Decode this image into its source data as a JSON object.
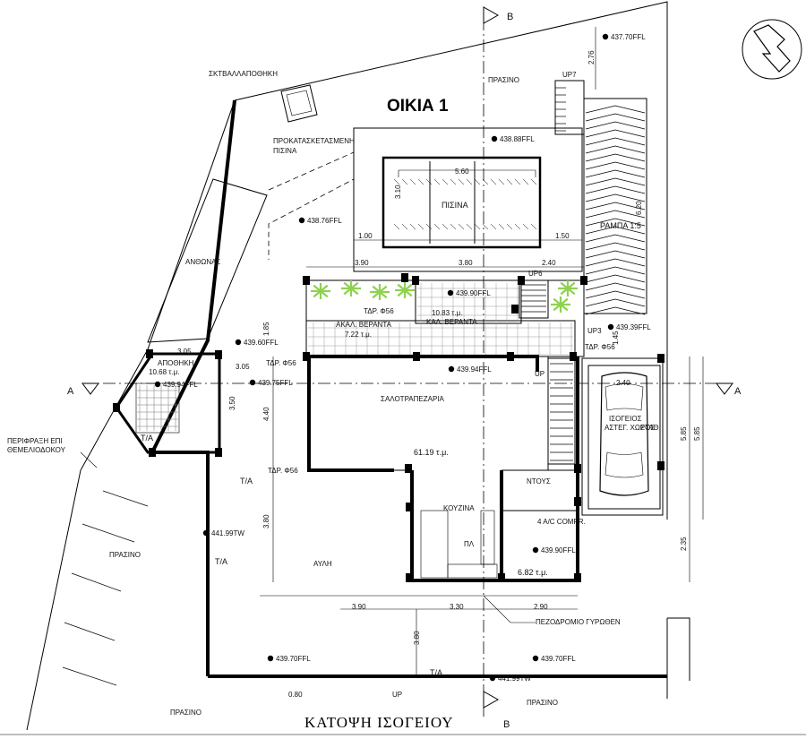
{
  "title": "ΟΙΚΙΑ 1",
  "subtitle": "ΚΑΤΟΨΗ ΙΣΟΓΕΙΟΥ",
  "section_markers": {
    "a_left": "A",
    "a_right": "A",
    "b_top": "B",
    "b_bottom": "B"
  },
  "rooms": {
    "storage_shed": "ΣΚΤΒΑΛΛΑΠΟΘΗΚΗ",
    "prefab_pool": "ΠΡΟΚΑΤΑΣΚΕΤΑΣΜΕΝΗ ΠΙΣΙΝΑ",
    "pool": "ΠΙΣΙΝΑ",
    "ramp": "ΡΑΜΠΑ 1:5",
    "flowerbed": "ΑΝΘΩΝΑΣ",
    "storage": "ΑΠΟΘΗΚΗ",
    "storage_area": "10.68 τ.μ.",
    "veranda_left": "ΑΚΑΛ. ΒΕΡΑΝΤΑ",
    "veranda_left_area": "7.22 τ.μ.",
    "veranda_right": "ΚΑΛ. ΒΕΡΑΝΤΑ",
    "veranda_right_area": "10.83 τ.μ.",
    "living": "ΣΑΛΟΤΡΑΠΕΖΑΡΙΑ",
    "living_area": "61.19 τ.μ.",
    "kitchen": "ΚΟΥΖΙΝΑ",
    "wc": "ΝΤΟΥΣ",
    "parking": "ΧΩΡΟΣ ΣΤΑΘΜΕΥΣΗΣ",
    "parking_lines": [
      "ΙΣΟΓΕΙΟΣ",
      "ΑΣΤΕΓ. ΧΩΡΟΣ",
      "ΣΤΑΘ."
    ],
    "room_area": "6.82 τ.μ.",
    "yard": "ΑΥΛΗ",
    "lawn_top": "ΠΡΑΣΙΝΟ",
    "lawn_left": "ΠΡΑΣΙΝΟ",
    "lawn_bottom_left": "ΠΡΑΣΙΝΟ",
    "lawn_bottom_right": "ΠΡΑΣΙΝΟ",
    "compressor": "4 A/C COMPR.",
    "sink": "ΠΛ"
  },
  "notes": {
    "fence": [
      "ΠΕΡΙΦΡΑΞΗ ΕΠΙ",
      "ΘΕΜΕΛΙΟΔΟΚΟΥ"
    ],
    "pavement": "ΠΕΖΟΔΡΟΜΙΟ ΓΥΡΩΘΕΝ"
  },
  "levels": {
    "l1": "437.70FFL",
    "l2": "438.88FFL",
    "l3": "438.76FFL",
    "l4": "439.90FFL",
    "l5": "439.39FFL",
    "l6": "439.94FFL",
    "l7": "439.60FFL",
    "l8": "439.94FFL",
    "l9": "439.75FFL",
    "l10": "441.99TW",
    "l11": "439.90FFL",
    "l12": "439.70FFL",
    "l13": "439.70FFL",
    "l14": "441.99TW"
  },
  "columns": {
    "c1": "ΤΔΡ. Φ56",
    "c2": "ΤΔΡ. Φ56",
    "c3": "ΤΔΡ. Φ56",
    "c4": "ΤΔΡ. Φ56"
  },
  "stairs": {
    "up7": "UP7",
    "up6": "UP6",
    "up3": "UP3",
    "up": "UP",
    "up_bottom": "UP"
  },
  "tags": {
    "ta1": "Τ/Α",
    "ta2": "Τ/Α",
    "ta3": "Τ/Α",
    "ta4": "Τ/Α"
  },
  "dims": {
    "pool_len": "5.60",
    "pool_w": "3.10",
    "d_100": "1.00",
    "d_150": "1.50",
    "d_390a": "3.90",
    "d_380a": "3.80",
    "d_240a": "2.40",
    "d_276": "2.76",
    "d_620": "6.20",
    "d_185": "1.85",
    "d_145": "1.45",
    "d_305a": "3.05",
    "d_305b": "3.05",
    "d_350": "3.50",
    "d_440": "4.40",
    "d_380b": "3.80",
    "d_240b": "2.40",
    "d_585a": "5.85",
    "d_585b": "5.85",
    "d_235": "2.35",
    "d_390b": "3.90",
    "d_330": "3.30",
    "d_290": "2.90",
    "d_380c": "3.80",
    "d_080": "0.80"
  }
}
